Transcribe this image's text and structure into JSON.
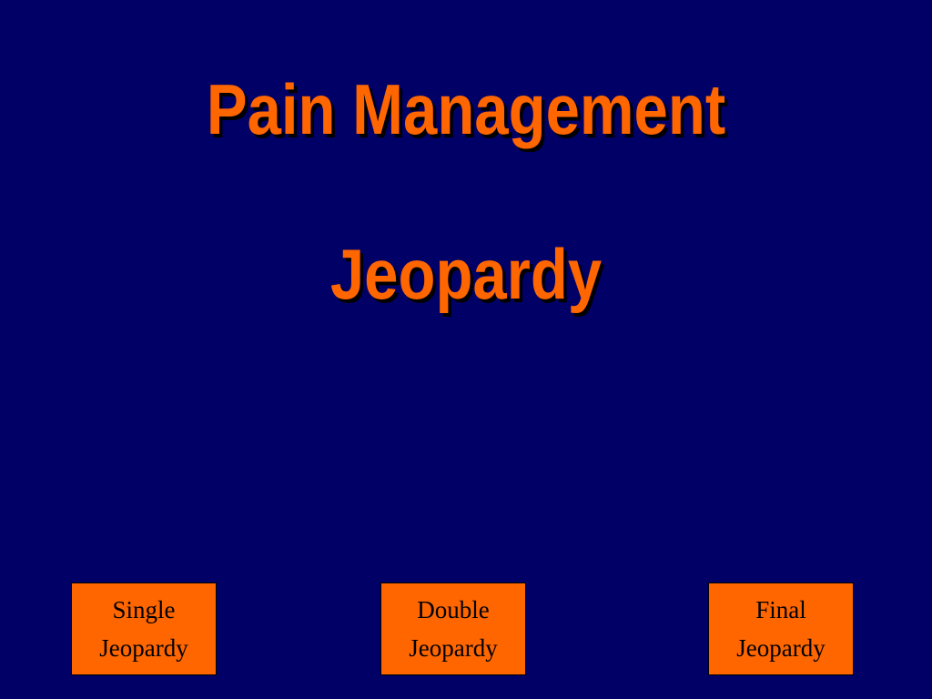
{
  "slide": {
    "title_line_1": "Pain Management",
    "title_line_2": "Jeopardy",
    "colors": {
      "background": "#000066",
      "accent": "#ff6600",
      "shadow": "#000000"
    }
  },
  "buttons": {
    "single": {
      "line_1": "Single",
      "line_2": "Jeopardy"
    },
    "double": {
      "line_1": "Double",
      "line_2": "Jeopardy"
    },
    "final": {
      "line_1": "Final",
      "line_2": "Jeopardy"
    }
  }
}
